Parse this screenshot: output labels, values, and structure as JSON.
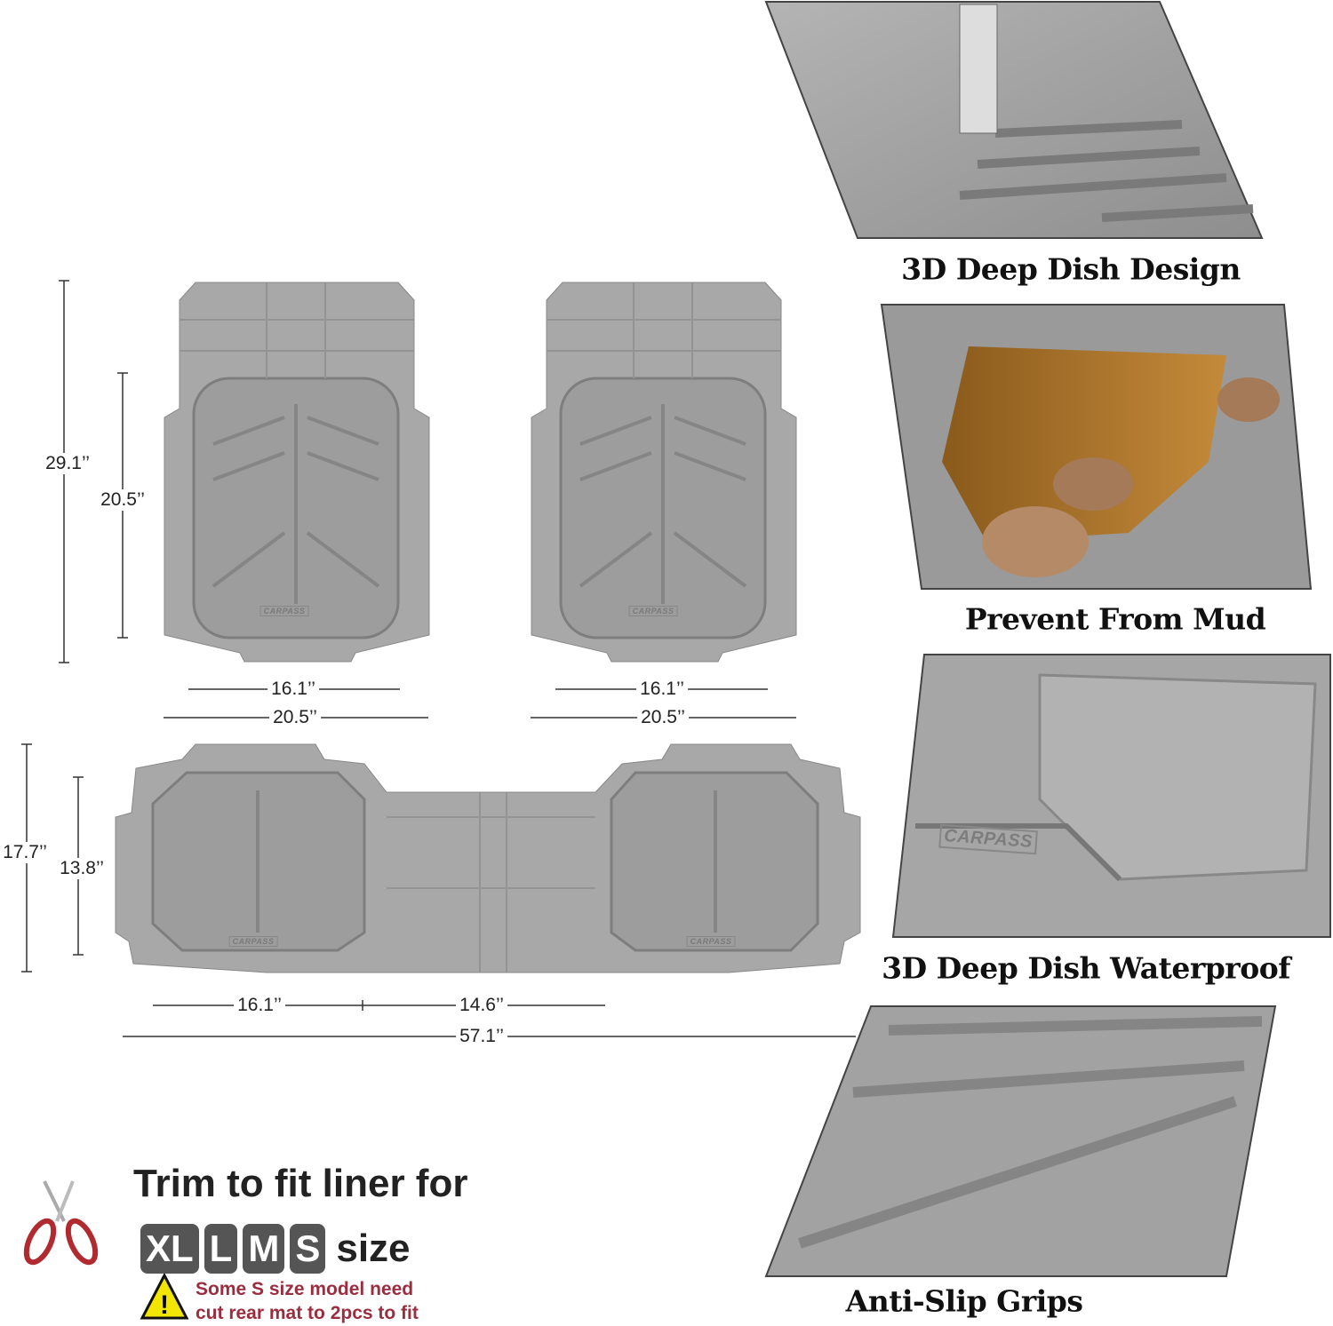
{
  "features": [
    {
      "caption": "3D Deep Dish Design",
      "icon": "tape-measure-photo"
    },
    {
      "caption": "Prevent From Mud",
      "icon": "mud-leaves-photo"
    },
    {
      "caption": "3D Deep Dish Waterproof",
      "icon": "water-dish-photo"
    },
    {
      "caption": "Anti-Slip Grips",
      "icon": "grip-nibs-photo"
    }
  ],
  "dimensions": {
    "front_height_total": "29.1’’",
    "front_height_dish": "20.5’’",
    "front_left_width_dish": "16.1’’",
    "front_left_width_total": "20.5’’",
    "front_right_width_dish": "16.1’’",
    "front_right_width_total": "20.5’’",
    "rear_height_total": "17.7’’",
    "rear_height_dish": "13.8’’",
    "rear_width_dish": "16.1’’",
    "rear_width_center": "14.6’’",
    "rear_width_total": "57.1’’"
  },
  "brand": "CARPASS",
  "trim": {
    "title": "Trim to fit liner for",
    "sizes": [
      "XL",
      "L",
      "M",
      "S"
    ],
    "size_word": "size",
    "warning_line1": "Some S size model need",
    "warning_line2": "cut rear mat to 2pcs to fit"
  },
  "colors": {
    "mat": "#a9a9a9",
    "mat_dark": "#8c8c8c",
    "warning": "#9b2d3f",
    "badge": "#555555"
  }
}
